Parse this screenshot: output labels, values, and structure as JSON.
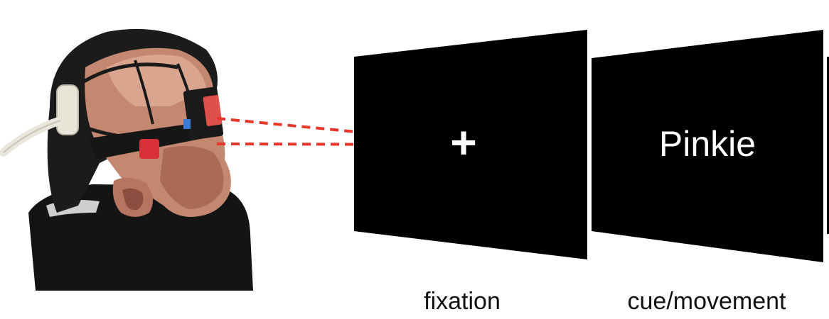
{
  "figure": {
    "screens": [
      {
        "id": "fixation",
        "symbol": "+",
        "caption": "fixation"
      },
      {
        "id": "cue",
        "symbol": "Pinkie",
        "caption": "cue/movement"
      }
    ]
  },
  "colors": {
    "screen": "#000000",
    "gaze_line": "#e8362a",
    "text_on_screen": "#ffffff",
    "caption": "#111111"
  },
  "icons": {
    "participant": "participant-head-with-eeg-cap-and-eye-tracker-icon",
    "gaze": "gaze-dashed-lines"
  }
}
